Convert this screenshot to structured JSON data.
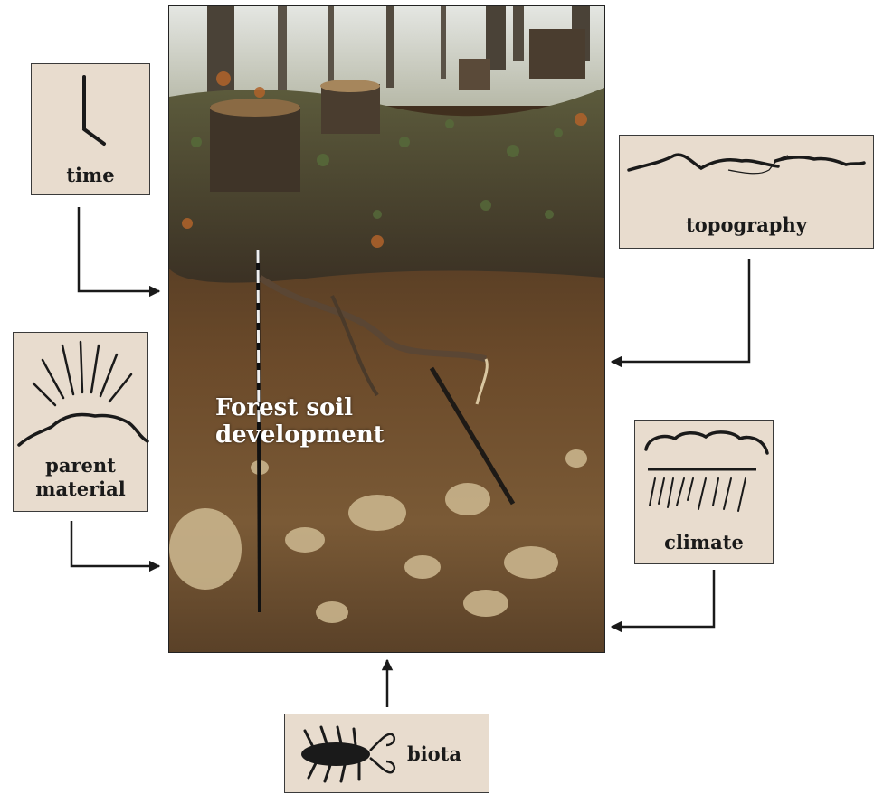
{
  "figure": {
    "center_label_line1": "Forest soil",
    "center_label_line2": "development"
  },
  "factors": {
    "time": "time",
    "topography": "topography",
    "parent_material_line1": "parent",
    "parent_material_line2": "material",
    "climate": "climate",
    "biota": "biota"
  },
  "colors": {
    "box_fill": "#e8dcce",
    "arrow": "#1a1a1a",
    "soil": "#6b4a2a"
  },
  "icons": [
    "clock-icon",
    "hills-icon",
    "radiating-mountain-icon",
    "cloud-rain-icon",
    "bug-icon"
  ]
}
